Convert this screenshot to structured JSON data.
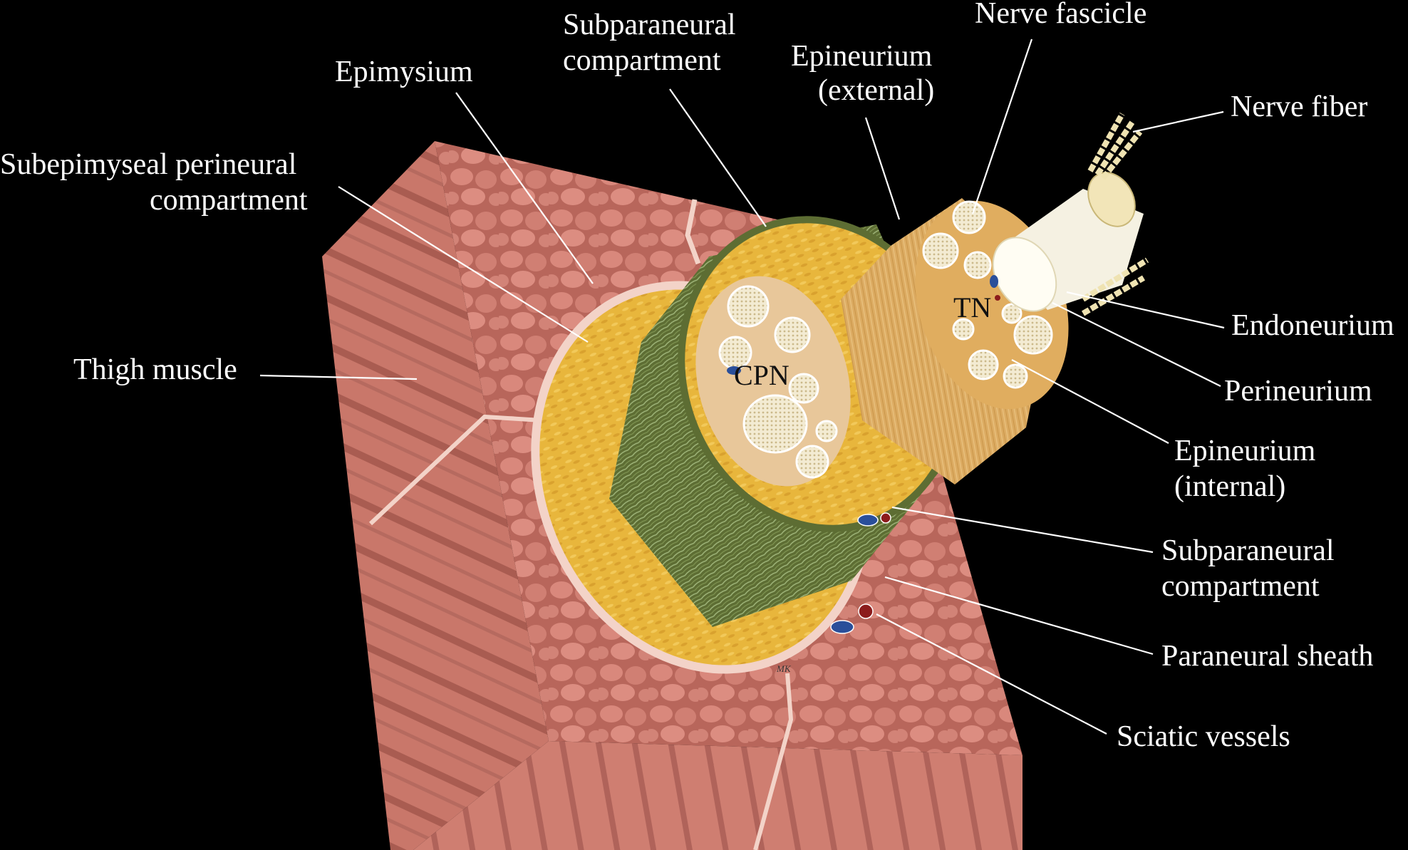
{
  "labels": {
    "subparaneural_top_1": "Subparaneural",
    "subparaneural_top_2": "compartment",
    "epimysium": "Epimysium",
    "epineurium_ext_1": "Epineurium",
    "epineurium_ext_2": "(external)",
    "nerve_fascicle": "Nerve fascicle",
    "nerve_fiber": "Nerve fiber",
    "subepimyseal_1": "Subepimyseal perineural",
    "subepimyseal_2": "compartment",
    "thigh_muscle": "Thigh muscle",
    "endoneurium": "Endoneurium",
    "perineurium": "Perineurium",
    "epineurium_int_1": "Epineurium",
    "epineurium_int_2": "(internal)",
    "subparaneural_right_1": "Subparaneural",
    "subparaneural_right_2": "compartment",
    "paraneural_sheath": "Paraneural sheath",
    "sciatic_vessels": "Sciatic vessels",
    "tn": "TN",
    "cpn": "CPN",
    "signature": "MK"
  },
  "colors": {
    "background": "#000000",
    "muscle": "#c9776a",
    "muscle_dark": "#a85a4f",
    "muscle_light": "#e0958a",
    "fascia": "#f3d3c8",
    "fat_yellow": "#e8b63c",
    "paraneural_green": "#6f7f3f",
    "epineurium_tan": "#ddb06a",
    "fascicle_cream": "#f2ead0",
    "vein_blue": "#2a4f9a",
    "artery_red": "#8c1c1c",
    "label_text": "#ffffff"
  }
}
